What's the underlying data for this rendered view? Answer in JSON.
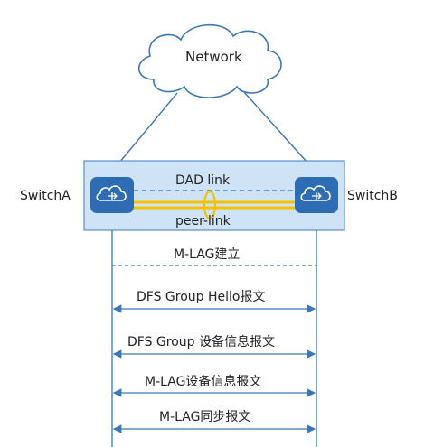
{
  "network": {
    "label": "Network"
  },
  "switch_a": {
    "label": "SwitchA",
    "icon": "switch-icon"
  },
  "switch_b": {
    "label": "SwitchB",
    "icon": "switch-icon"
  },
  "links": {
    "dad_link": "DAD link",
    "peer_link": "peer-link"
  },
  "messages": [
    {
      "label": "M-LAG建立",
      "style": "dashed"
    },
    {
      "label": "DFS Group Hello报文",
      "style": "bidirectional"
    },
    {
      "label": "DFS Group 设备信息报文",
      "style": "bidirectional"
    },
    {
      "label": "M-LAG设备信息报文",
      "style": "bidirectional"
    },
    {
      "label": "M-LAG同步报文",
      "style": "bidirectional"
    }
  ],
  "colors": {
    "panel_fill": "#cfe3f7",
    "panel_border": "#5b8ec9",
    "line_blue": "#3a77b8",
    "peer_link": "#f2c200",
    "icon_fill": "#2e6db4",
    "text": "#222222"
  }
}
